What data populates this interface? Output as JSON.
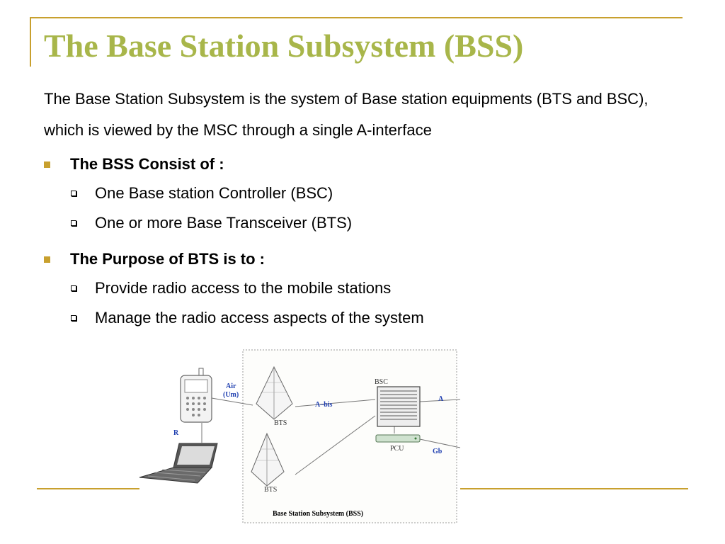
{
  "slide": {
    "title": "The Base Station Subsystem (BSS)",
    "intro": "The Base Station Subsystem is the system of Base station equipments (BTS and BSC), which is viewed by the MSC through a single A-interface",
    "accent_color": "#c8a02e",
    "title_color": "#a8b64a"
  },
  "bullets": [
    {
      "heading": "The BSS Consist of :",
      "items": [
        "One Base station Controller (BSC)",
        "One or more Base Transceiver (BTS)"
      ]
    },
    {
      "heading": "The Purpose of BTS is to :",
      "items": [
        "Provide radio access to the mobile stations",
        "Manage the radio access aspects of the system"
      ]
    }
  ],
  "figure": {
    "caption": "Base Station Subsystem (BSS)",
    "labels": {
      "air": "Air",
      "um": "(Um)",
      "r": "R",
      "abis": "A–bis",
      "bts_top": "BTS",
      "bts_bottom": "BTS",
      "bsc": "BSC",
      "a": "A",
      "pcu": "PCU",
      "gb": "Gb"
    }
  }
}
